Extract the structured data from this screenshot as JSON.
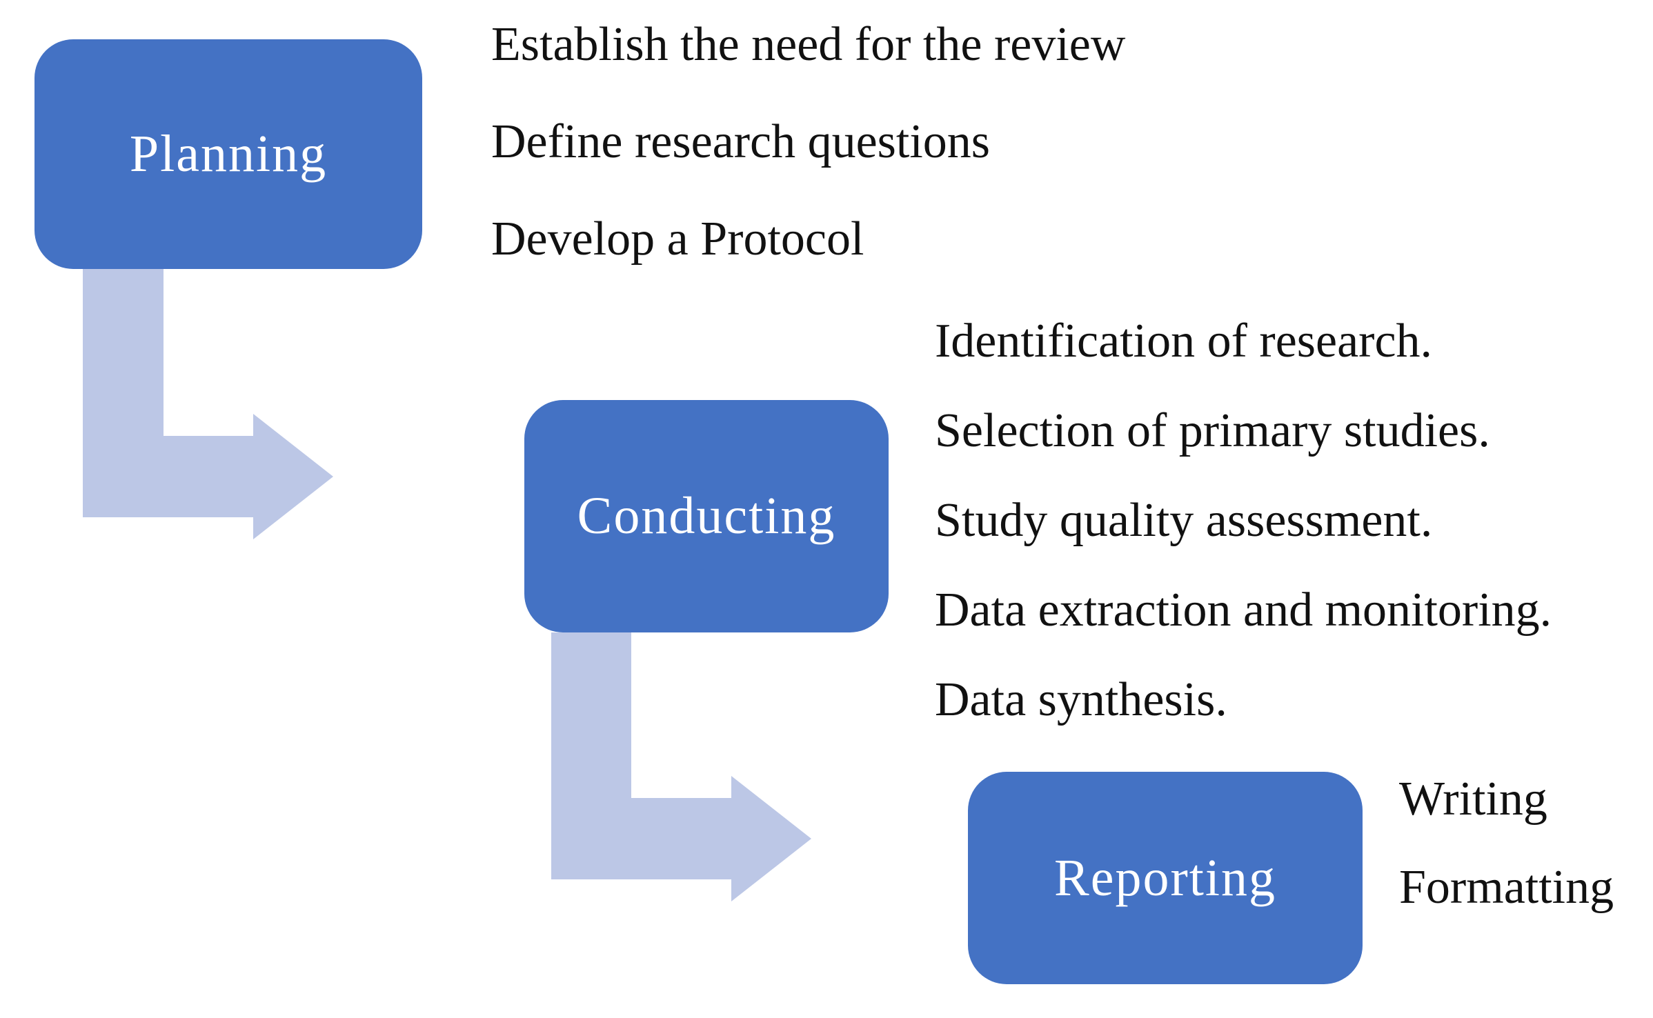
{
  "diagram": {
    "colors": {
      "box_fill": "#4472C4",
      "arrow_fill": "#BCC7E6",
      "label_color": "#FFFFFF",
      "item_text_color": "#111111",
      "background": "#FFFFFF"
    },
    "stages": [
      {
        "label": "Planning",
        "items": [
          "Establish the need for the review",
          "Define research questions",
          "Develop a Protocol"
        ]
      },
      {
        "label": "Conducting",
        "items": [
          "Identification of research.",
          "Selection of primary studies.",
          "Study quality assessment.",
          "Data extraction and monitoring.",
          "Data synthesis."
        ]
      },
      {
        "label": "Reporting",
        "items": [
          "Writing",
          "Formatting"
        ]
      }
    ]
  }
}
